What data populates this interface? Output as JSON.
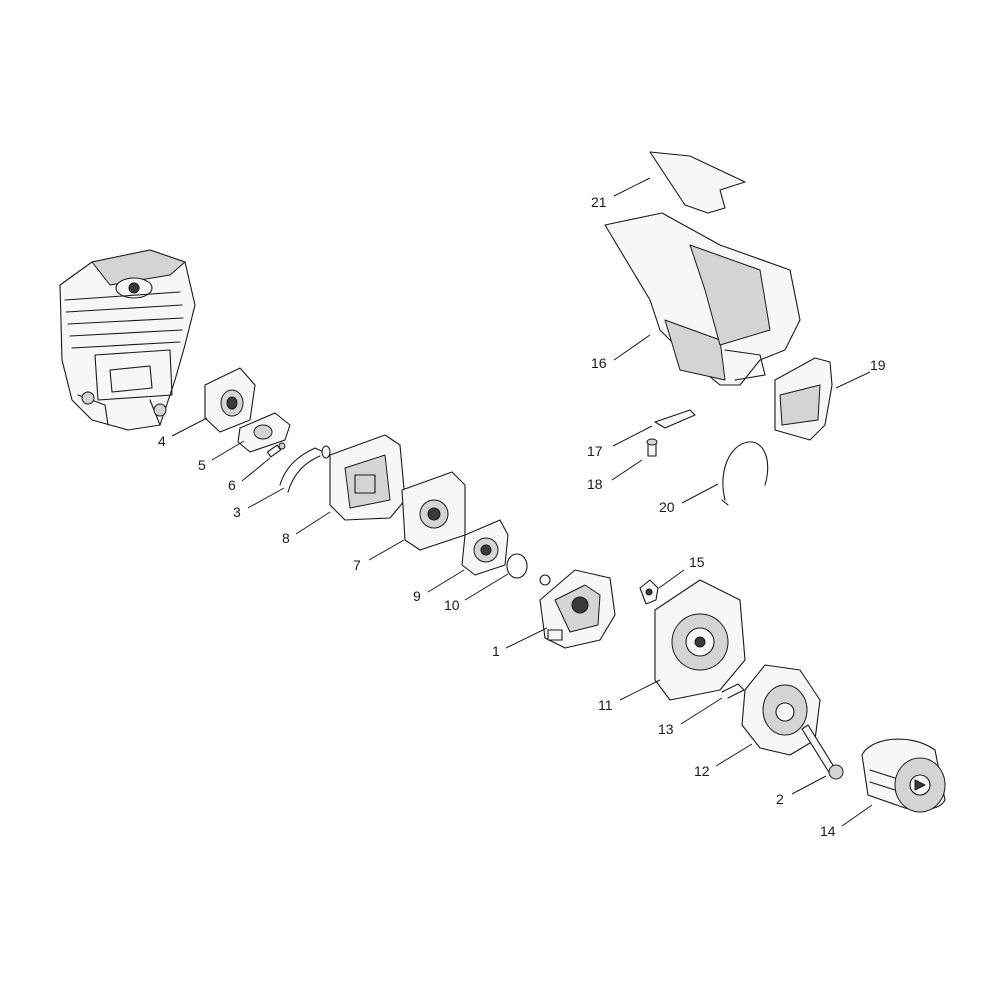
{
  "labels": {
    "p1": "1",
    "p2": "2",
    "p3": "3",
    "p4": "4",
    "p5": "5",
    "p6": "6",
    "p7": "7",
    "p8": "8",
    "p9": "9",
    "p10": "10",
    "p11": "11",
    "p12": "12",
    "p13": "13",
    "p14": "14",
    "p15": "15",
    "p16": "16",
    "p17": "17",
    "p18": "18",
    "p19": "19",
    "p20": "20",
    "p21": "21"
  },
  "colors": {
    "line": "#1a1a1a",
    "fill": "#f7f7f7",
    "shade": "#d4d4d4"
  }
}
